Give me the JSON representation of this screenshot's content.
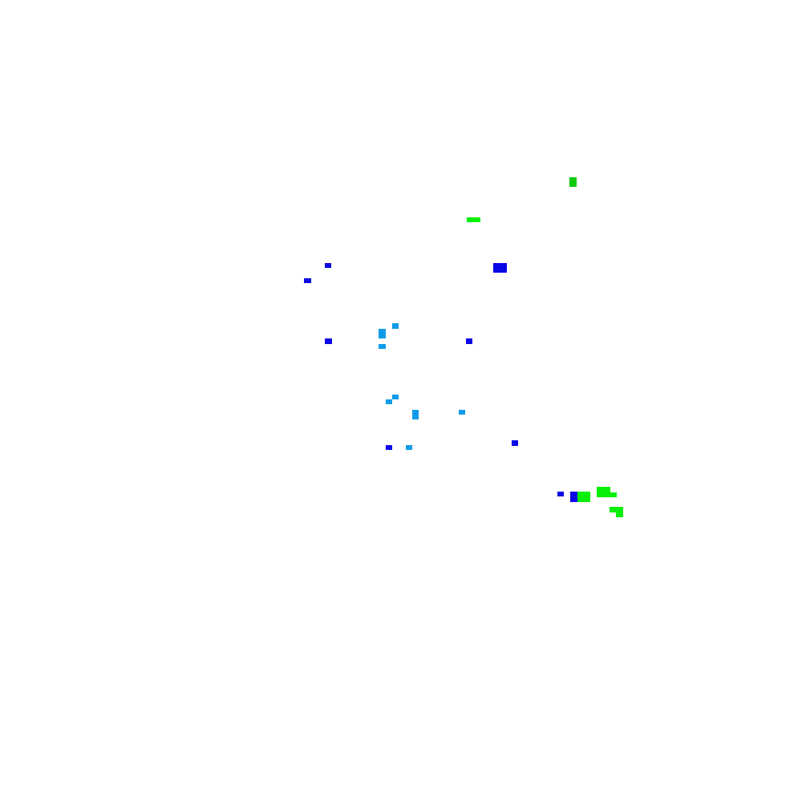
{
  "colors": {
    "background": "#ffffff",
    "dark_blue": "#0b08e6",
    "light_blue": "#0f9be8",
    "bright_green": "#08f008",
    "green": "#0acb0a"
  },
  "groups": [
    {
      "name": "dark-blue-markers",
      "color_key": "dark_blue"
    },
    {
      "name": "light-blue-markers",
      "color_key": "light_blue"
    },
    {
      "name": "green-markers",
      "color_key": "bright_green"
    },
    {
      "name": "dark-green-marker",
      "color_key": "green"
    }
  ]
}
